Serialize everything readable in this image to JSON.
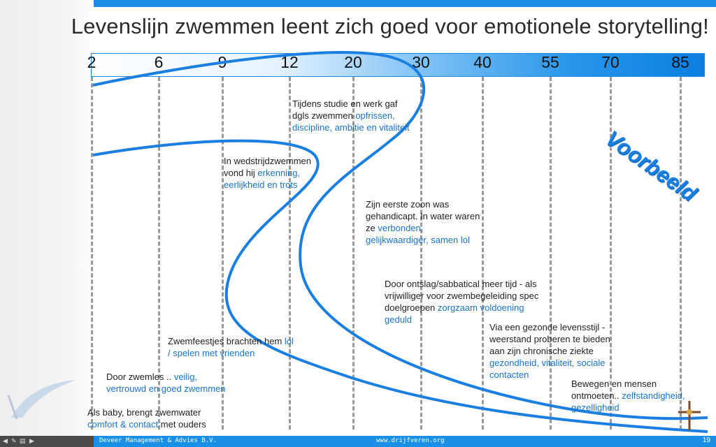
{
  "slide": {
    "title": "Levenslijn zwemmen leent zich goed voor emotionele storytelling!",
    "stamp": "Voorbeeld",
    "ages": [
      "2",
      "6",
      "9",
      "12",
      "20",
      "30",
      "40",
      "55",
      "70",
      "85"
    ],
    "annotations": [
      {
        "plain_lines": [
          "Tijdens studie en werk gaf",
          "dgls zwemmen "
        ],
        "highlight_lines": [
          "opfrissen,",
          "discipline, ambitie en vitaliteit"
        ]
      },
      {
        "plain": "In wedstrijdzwemmen vond hij ",
        "highlight": "erkenning, eerlijkheid en trots"
      },
      {
        "plain": "Zijn eerste zoon was gehandicapt. In water waren ze ",
        "highlight": "verbonden, gelijkwaardiger, samen lol"
      },
      {
        "plain": "Door ontslag/sabbatical meer tijd - als vrijwilliger voor zwembegeleiding spec doelgroepen ",
        "highlight": "zorgzaam voldoening geduld"
      },
      {
        "plain": "Via een gezonde levensstijl - weerstand proberen te bieden aan zijn chronische ziekte ",
        "highlight": "gezondheid, vitaliteit, sociale contacten"
      },
      {
        "plain": "Zwemfeestjes brachten hem ",
        "highlight": "lol / spelen met vrienden"
      },
      {
        "plain": "Bewegen en mensen ontmoeten.. ",
        "highlight": "zelfstandigheid, gezelligheid"
      },
      {
        "plain": "Door zwemles .. ",
        "highlight": "veilig, vertrouwd en goed zwemmen"
      },
      {
        "plain": "Als baby, brengt zwemwater ",
        "highlight": "comfort & contact",
        "tail": " met ouders"
      }
    ]
  },
  "footer": {
    "company": "Deveer Management & Advies B.V.",
    "url": "www.drijfveren.org",
    "page_number": "19"
  },
  "colors": {
    "accent": "#1a8fe6",
    "highlight_text": "#1a73c8",
    "curve": "#1a7fe0"
  }
}
